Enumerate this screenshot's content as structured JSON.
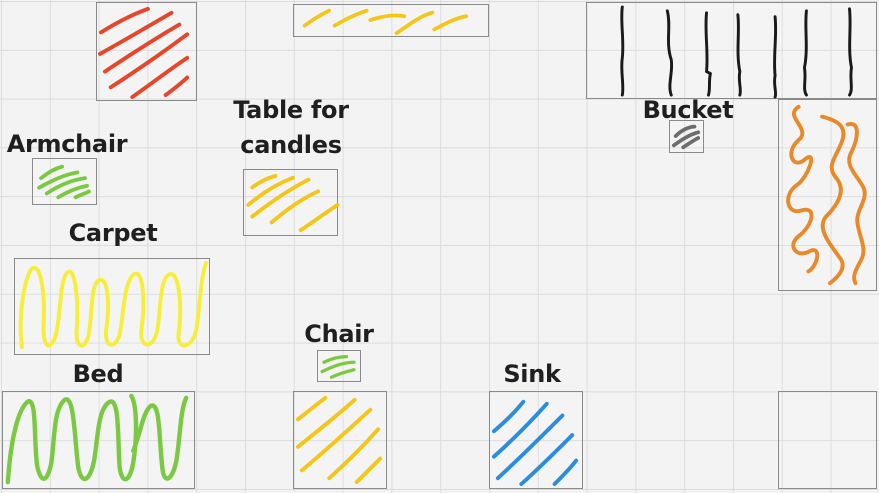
{
  "labels": {
    "armchair": "Armchair",
    "table_line1": "Table for",
    "table_line2": "candles",
    "carpet": "Carpet",
    "bucket": "Bucket",
    "chair": "Chair",
    "bed": "Bed",
    "sink": "Sink"
  },
  "colors": {
    "red": "#e8462a",
    "yellow": "#f5c518",
    "lemon": "#f6ee3a",
    "green": "#7bc943",
    "orange": "#e8892a",
    "blue": "#2b8de0",
    "black": "#1a1a1a",
    "gray": "#6d6d6d"
  }
}
